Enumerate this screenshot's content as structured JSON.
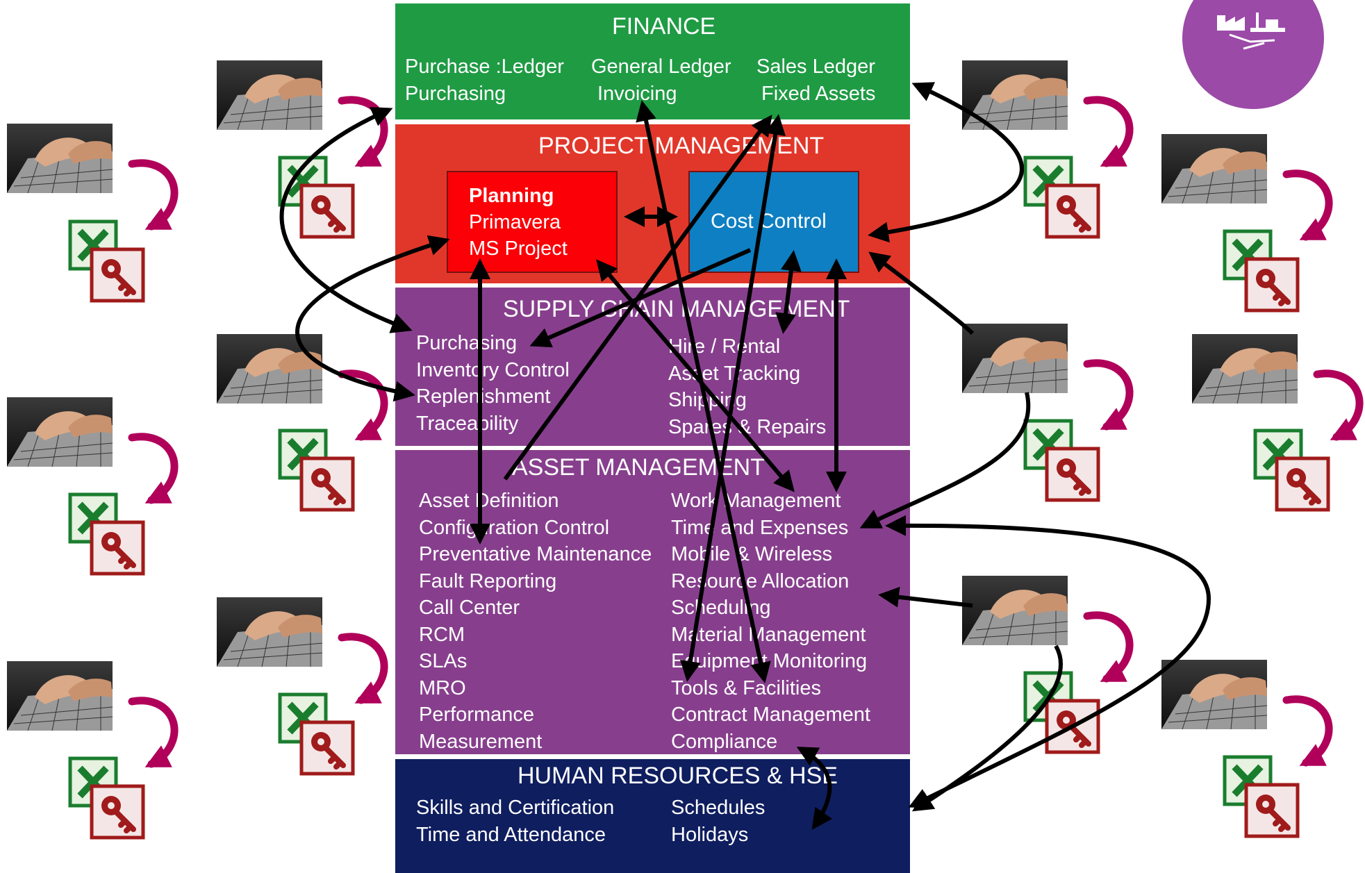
{
  "finance": {
    "title": "FINANCE",
    "col1": [
      "Purchase :Ledger",
      "Purchasing"
    ],
    "col2": [
      "General Ledger",
      "Invoicing"
    ],
    "col3": [
      "Sales Ledger",
      "Fixed Assets"
    ]
  },
  "project_management": {
    "title": "PROJECT MANAGEMENT",
    "planning": [
      "Planning",
      "Primavera",
      "MS Project"
    ],
    "cost_control": "Cost Control"
  },
  "supply_chain": {
    "title": "SUPPLY CHAIN MANAGEMENT",
    "col1": [
      "Purchasing",
      "Inventory Control",
      "Replenishment",
      "Traceability"
    ],
    "col2": [
      "Hire / Rental",
      "Asset Tracking",
      "Shipping",
      "Spares & Repairs"
    ]
  },
  "asset_management": {
    "title": "ASSET MANAGEMENT",
    "col1": [
      "Asset Definition",
      "Configuration Control",
      "Preventative Maintenance",
      "Fault Reporting",
      "Call Center",
      "RCM",
      "SLAs",
      "MRO",
      "Performance",
      "Measurement"
    ],
    "col2": [
      "Work Management",
      "Time and Expenses",
      "Mobile & Wireless",
      "Resource Allocation",
      "Scheduling",
      "Material Management",
      "Equipment Monitoring",
      "Tools & Facilities",
      "Contract Management",
      "Compliance"
    ]
  },
  "human_resources": {
    "title": "HUMAN RESOURCES & HSE",
    "col1": [
      "Skills and Certification",
      "Time and Attendance"
    ],
    "col2": [
      "Schedules",
      "Holidays"
    ]
  },
  "colors": {
    "finance": "#1f9b44",
    "project_management": "#e1372a",
    "planning": "#fb0007",
    "cost_control": "#0e7fc2",
    "supply_chain": "#873f8d",
    "asset_management": "#873f8d",
    "human_resources": "#0f1e5f",
    "curved_arrow": "#b0005a",
    "connector": "#000000"
  },
  "icons": [
    "keyboard-hands-icon",
    "excel-icon",
    "access-key-icon",
    "curved-arrow-icon",
    "industrial-plant-logo-icon"
  ]
}
